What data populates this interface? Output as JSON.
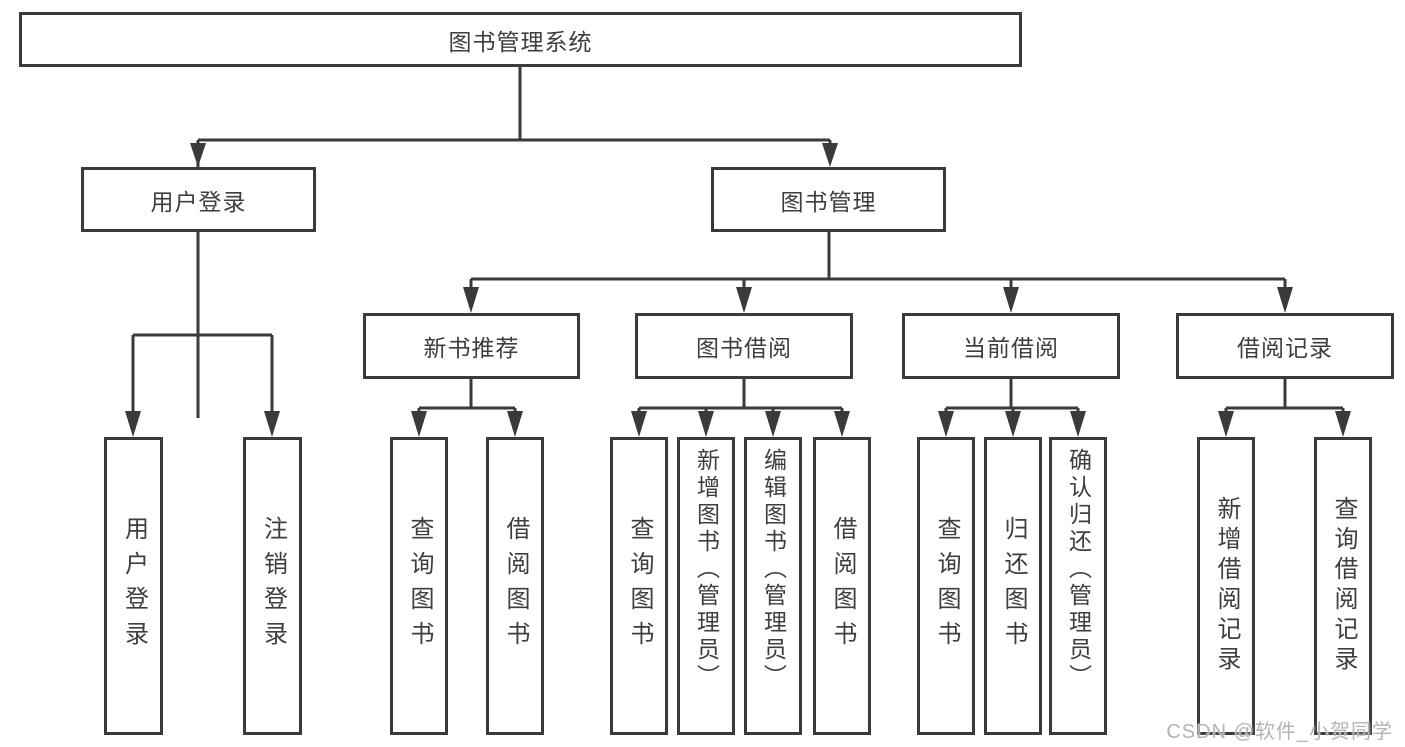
{
  "diagram": {
    "title_node": {
      "label": "图书管理系统"
    },
    "level2": {
      "user_login": {
        "label": "用户登录"
      },
      "book_management": {
        "label": "图书管理"
      }
    },
    "level3": {
      "new_book_recommend": {
        "label": "新书推荐"
      },
      "book_borrow": {
        "label": "图书借阅"
      },
      "current_borrow": {
        "label": "当前借阅"
      },
      "borrow_record": {
        "label": "借阅记录"
      }
    },
    "leaves": {
      "login": {
        "label": "用户登录"
      },
      "logout": {
        "label": "注销登录"
      },
      "rec_query_books": {
        "label": "查询图书"
      },
      "rec_borrow_books": {
        "label": "借阅图书"
      },
      "bb_query_books": {
        "label": "查询图书"
      },
      "bb_add_books": {
        "label": "新增图书（管理员）"
      },
      "bb_edit_books": {
        "label": "编辑图书（管理员）"
      },
      "bb_borrow_books": {
        "label": "借阅图书"
      },
      "cb_query_books": {
        "label": "查询图书"
      },
      "cb_return_books": {
        "label": "归还图书"
      },
      "cb_confirm_return": {
        "label": "确认归还（管理员）"
      },
      "br_add_record": {
        "label": "新增借阅记录"
      },
      "br_query_record": {
        "label": "查询借阅记录"
      }
    },
    "edges": [
      {
        "from": "图书管理系统",
        "to": [
          "用户登录",
          "图书管理"
        ]
      },
      {
        "from": "用户登录",
        "to": [
          "用户登录",
          "注销登录"
        ]
      },
      {
        "from": "图书管理",
        "to": [
          "新书推荐",
          "图书借阅",
          "当前借阅",
          "借阅记录"
        ]
      },
      {
        "from": "新书推荐",
        "to": [
          "查询图书",
          "借阅图书"
        ]
      },
      {
        "from": "图书借阅",
        "to": [
          "查询图书",
          "新增图书（管理员）",
          "编辑图书（管理员）",
          "借阅图书"
        ]
      },
      {
        "from": "当前借阅",
        "to": [
          "查询图书",
          "归还图书",
          "确认归还（管理员）"
        ]
      },
      {
        "from": "借阅记录",
        "to": [
          "新增借阅记录",
          "查询借阅记录"
        ]
      }
    ],
    "colors": {
      "line": "#3a3a3a",
      "text": "#3e3e3e",
      "watermark": "#b4b4b4",
      "background": "#ffffff"
    },
    "watermark": "CSDN @软件_小贺同学"
  }
}
